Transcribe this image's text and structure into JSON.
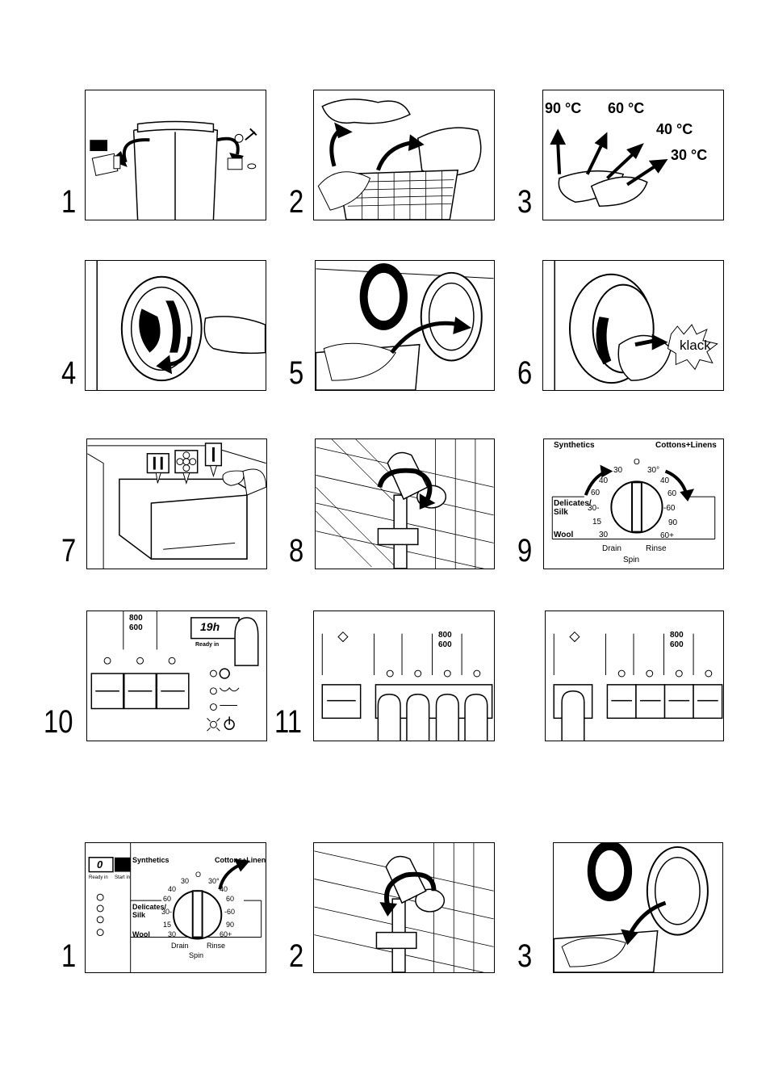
{
  "steps_top": [
    "1",
    "2",
    "3",
    "4",
    "5",
    "6",
    "7",
    "8",
    "9",
    "10",
    "11"
  ],
  "steps_bottom": [
    "1",
    "2",
    "3"
  ],
  "panel3": {
    "t90": "90 °C",
    "t60": "60 °C",
    "t40": "40 °C",
    "t30": "30 °C"
  },
  "panel6": {
    "klack": "klack"
  },
  "dial": {
    "synthetics": "Synthetics",
    "cottons": "Cottons+Linens",
    "delicates": "Delicates/",
    "silk": "Silk",
    "wool": "Wool",
    "drain": "Drain",
    "rinse": "Rinse",
    "spin": "Spin",
    "n30a": "30",
    "n40a": "40",
    "n60a": "60",
    "n30b": "30-",
    "n15": "15",
    "n30c": "30",
    "top0": "O",
    "n30d": "30°",
    "n40b": "40",
    "n60b": "60",
    "n60c": "-60",
    "n90": "90",
    "n60plus": "60+"
  },
  "panel10": {
    "s800": "800",
    "s600": "600",
    "ready": "Ready in",
    "display": "19h"
  },
  "panel11": {
    "s800": "800",
    "s600": "600"
  },
  "panel12": {
    "s800": "800",
    "s600": "600"
  },
  "bottom1": {
    "display": "0",
    "ready": "Ready in",
    "start": "Start in"
  }
}
